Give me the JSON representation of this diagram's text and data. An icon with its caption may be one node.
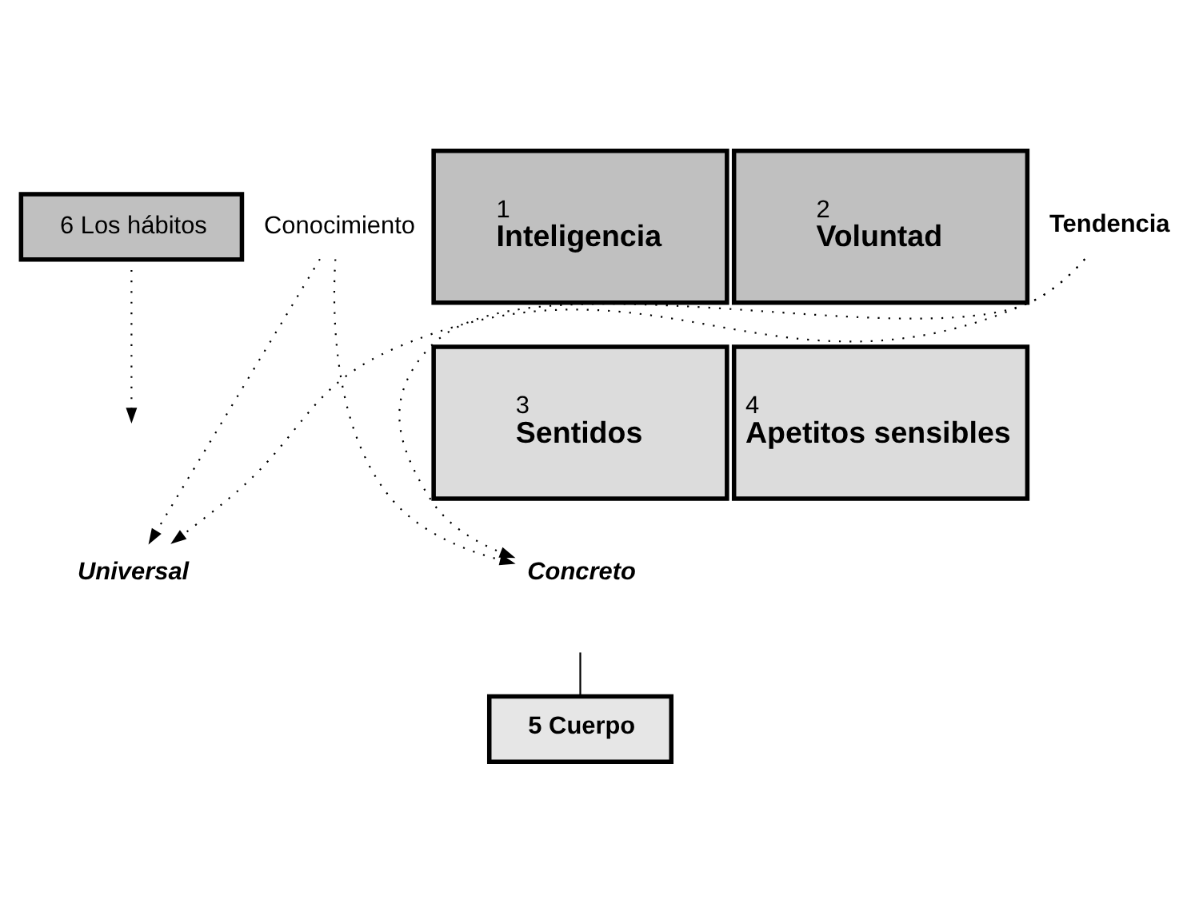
{
  "diagram": {
    "nodes": [
      {
        "text": [
          "6 Los hábitos"
        ]
      },
      {
        "text": [
          "Universal"
        ]
      },
      {
        "text": [
          "1",
          "Inteligencia"
        ]
      },
      {
        "text": [
          "2",
          "Voluntad"
        ]
      },
      {
        "text": [
          "Conocimiento"
        ]
      },
      {
        "text": [
          "Tendencia"
        ]
      },
      {
        "text": [
          "3",
          "Sentidos"
        ]
      },
      {
        "text": [
          "4",
          "Apetitos sensibles"
        ]
      },
      {
        "text": [
          "Concreto"
        ]
      },
      {
        "text": [
          "5 Cuerpo"
        ]
      }
    ],
    "edges": [
      {
        "from": 0,
        "to": null,
        "arrow": "to",
        "style": "dashed"
      },
      {
        "from": 4,
        "to": 1,
        "arrow": "to",
        "style": "dashed"
      },
      {
        "from": 4,
        "to": 8,
        "arrow": "to",
        "style": "dashed"
      },
      {
        "from": 5,
        "to": 1,
        "arrow": "to",
        "style": "dashed"
      },
      {
        "from": 5,
        "to": 8,
        "arrow": "to",
        "style": "dashed"
      },
      {
        "from": null,
        "to": 9,
        "arrow": "none"
      }
    ]
  }
}
